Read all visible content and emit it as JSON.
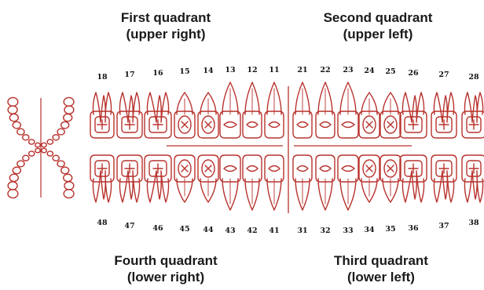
{
  "quadrants": {
    "first": {
      "title": "First quadrant",
      "subtitle": "(upper right)"
    },
    "second": {
      "title": "Second quadrant",
      "subtitle": "(upper left)"
    },
    "third": {
      "title": "Third quadrant",
      "subtitle": "(lower left)"
    },
    "fourth": {
      "title": "Fourth quadrant",
      "subtitle": "(lower right)"
    }
  },
  "upper_teeth": [
    "18",
    "17",
    "16",
    "15",
    "14",
    "13",
    "12",
    "11",
    "21",
    "22",
    "23",
    "24",
    "25",
    "26",
    "27",
    "28"
  ],
  "lower_teeth": [
    "48",
    "47",
    "46",
    "45",
    "44",
    "43",
    "42",
    "41",
    "31",
    "32",
    "33",
    "34",
    "35",
    "36",
    "37",
    "38"
  ],
  "colors": {
    "outline": "#b8322d",
    "text": "#1a1a1a"
  }
}
